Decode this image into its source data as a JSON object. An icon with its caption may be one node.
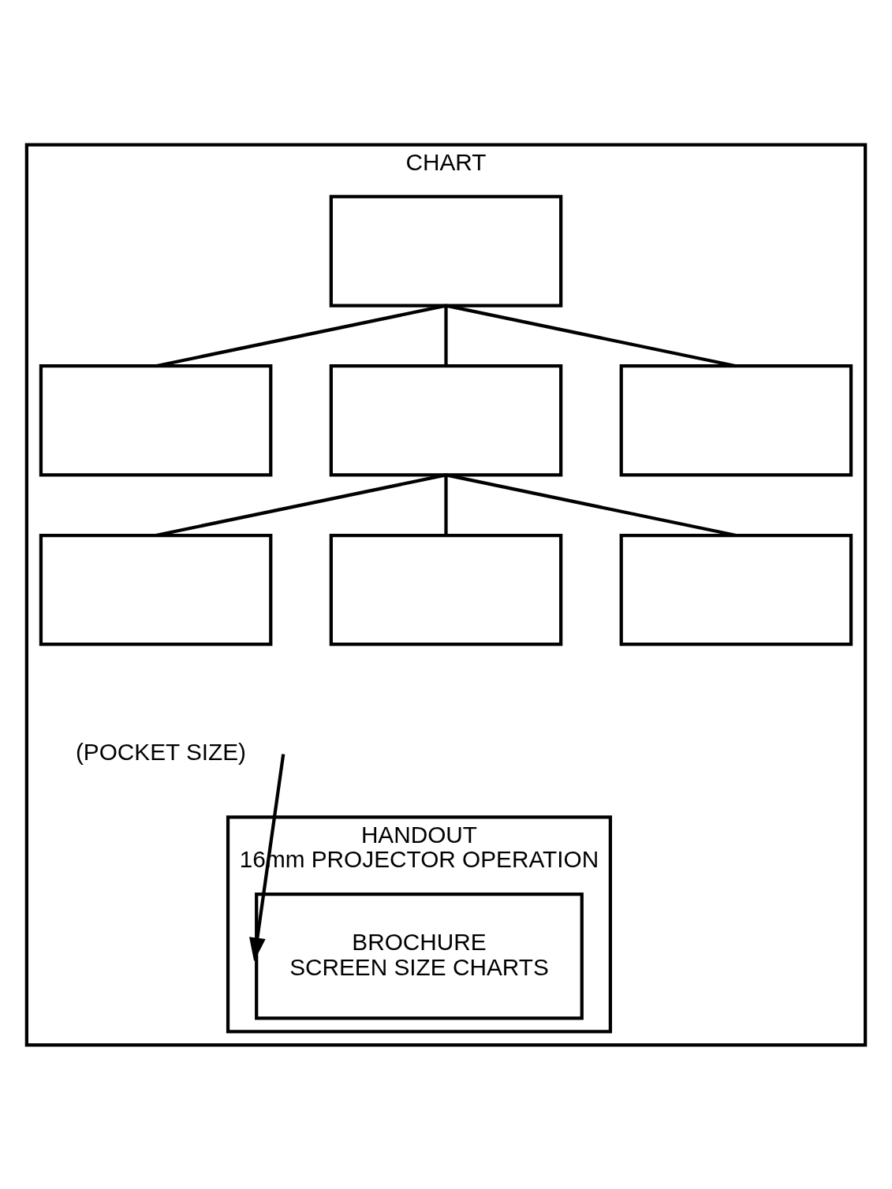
{
  "diagram": {
    "nodes": [
      {
        "text": [
          "CHART"
        ]
      },
      {
        "text": [],
        "shape": "box",
        "in": 0
      },
      {
        "text": [],
        "shape": "box",
        "in": 0
      },
      {
        "text": [],
        "shape": "box",
        "in": 0
      },
      {
        "text": [],
        "shape": "box",
        "in": 0
      },
      {
        "text": [],
        "shape": "box",
        "in": 0
      },
      {
        "text": [],
        "shape": "box",
        "in": 0
      },
      {
        "text": [],
        "shape": "box",
        "in": 0
      },
      {
        "text": [
          "HANDOUT",
          "16mm PROJECTOR OPERATION"
        ],
        "in": 0
      },
      {
        "text": [
          "BROCHURE",
          "SCREEN SIZE CHARTS"
        ],
        "in": 8
      },
      {
        "text": [
          "(POCKET SIZE)"
        ],
        "in": 0
      }
    ],
    "edges": [
      {
        "from": 1,
        "to": 2,
        "arrow": "none"
      },
      {
        "from": 1,
        "to": 3,
        "arrow": "none"
      },
      {
        "from": 1,
        "to": 4,
        "arrow": "none"
      },
      {
        "from": 3,
        "to": 5,
        "arrow": "none"
      },
      {
        "from": 3,
        "to": 6,
        "arrow": "none"
      },
      {
        "from": 3,
        "to": 7,
        "arrow": "none"
      },
      {
        "from": 10,
        "to": 9,
        "arrow": "to"
      }
    ]
  }
}
